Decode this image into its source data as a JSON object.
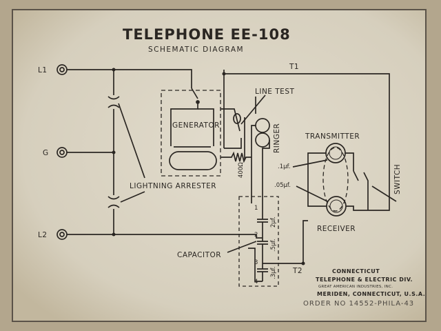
{
  "title": "TELEPHONE EE-108",
  "subtitle": "SCHEMATIC DIAGRAM",
  "terminals": {
    "l1": "L1",
    "g": "G",
    "l2": "L2",
    "t1": "T1",
    "t2": "T2"
  },
  "labels": {
    "line_test": "LINE TEST",
    "generator": "GENERATOR",
    "ringer": "RINGER",
    "transmitter": "TRANSMITTER",
    "receiver": "RECEIVER",
    "switch": "SWITCH",
    "lightning_arrester": "LIGHTNING ARRESTER",
    "capacitor": "CAPACITOR",
    "resistor": "400Ω",
    "cap_01": ".1μf.",
    "cap_05": ".05μf.",
    "cap_2": "2μf.",
    "cap_5": ".5μf.",
    "cap_3": ".3μf."
  },
  "capacitor_block_terminals": [
    "1",
    "2",
    "3",
    "4"
  ],
  "company": {
    "line1": "CONNECTICUT",
    "line2": "TELEPHONE & ELECTRIC DIV.",
    "line3": "GREAT AMERICAN INDUSTRIES, INC.",
    "line4": "MERIDEN, CONNECTICUT, U.S.A."
  },
  "order": "ORDER NO 14552-PHILA-43",
  "colors": {
    "background": "#b7ab94",
    "paper": "#d9d2c1",
    "ink": "#2a2622"
  }
}
